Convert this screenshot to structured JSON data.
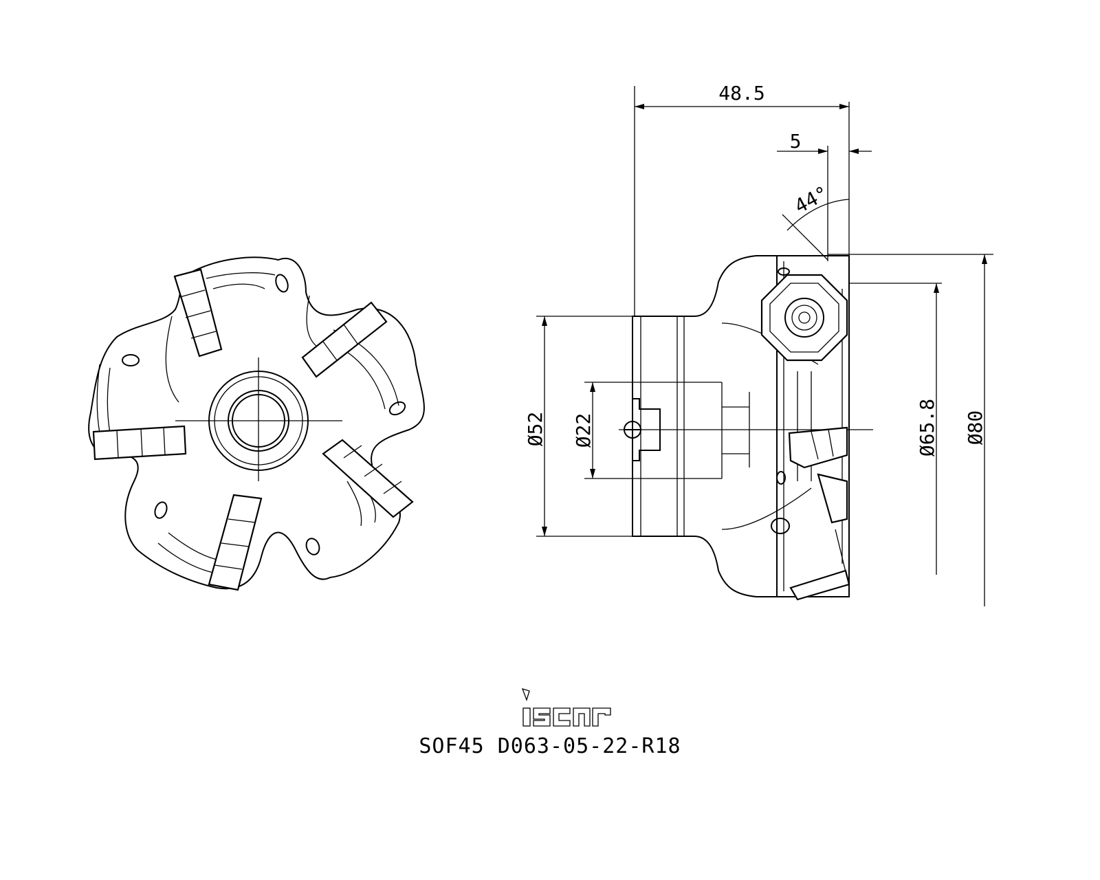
{
  "dimensions": {
    "length": "48.5",
    "step": "5",
    "angle": "44°",
    "bore_outer": "Ø52",
    "bore": "Ø22",
    "cut_dia": "Ø65.8",
    "max_dia": "Ø80"
  },
  "brand": {
    "logo_text": "iscar",
    "model": "SOF45 D063-05-22-R18"
  }
}
